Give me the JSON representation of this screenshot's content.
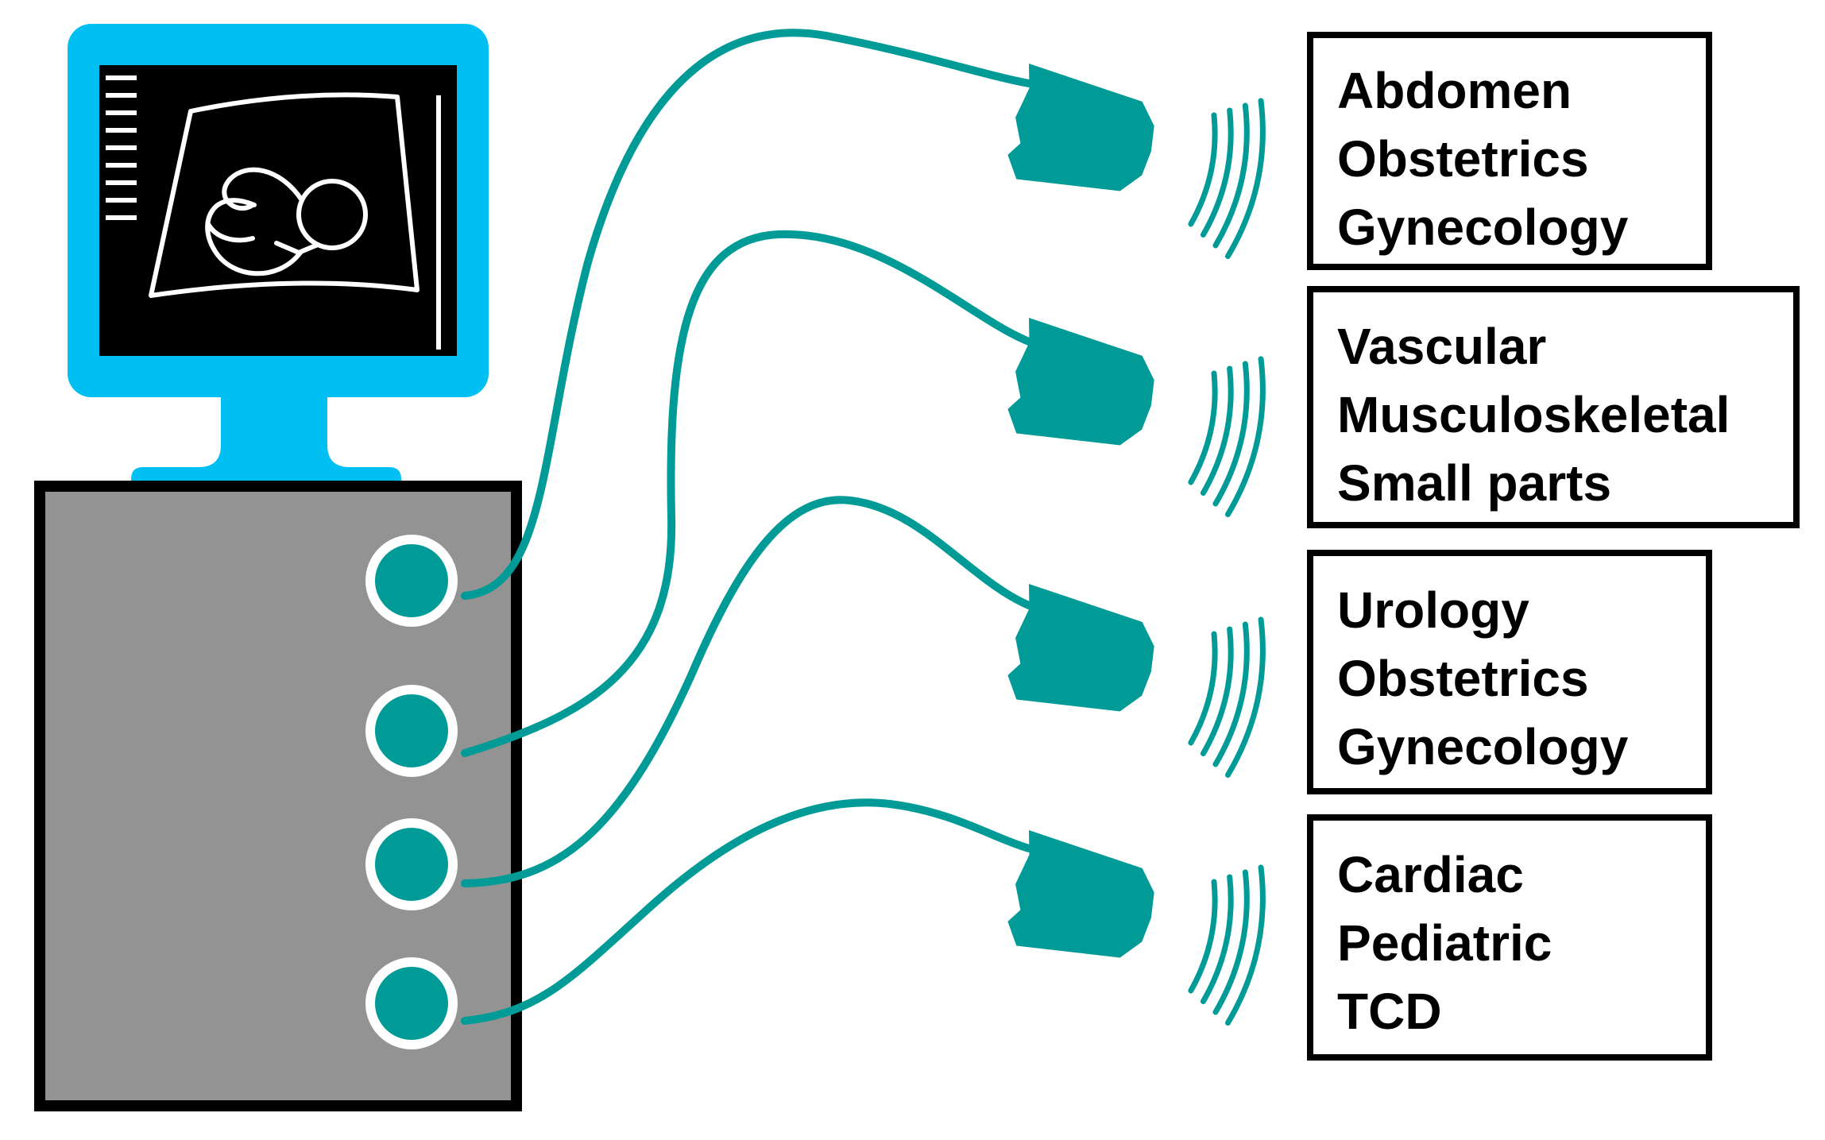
{
  "colors": {
    "monitor_frame": "#00BFF2",
    "screen": "#000000",
    "scan_lines": "#FFFFFF",
    "console": "#939393",
    "console_border": "#000000",
    "probe": "#009B97",
    "port_ring": "#FFFFFF",
    "box_border": "#000000",
    "text": "#000000"
  },
  "icons": {
    "monitor": "ultrasound-monitor-icon",
    "fetus": "fetus-scan-image",
    "console": "ultrasound-console",
    "probe": "transducer-probe-icon",
    "waves": "ultrasound-waves-icon"
  },
  "probes": [
    {
      "lines": [
        "Abdomen",
        "Obstetrics",
        "Gynecology"
      ]
    },
    {
      "lines": [
        "Vascular",
        "Musculoskeletal",
        "Small parts"
      ]
    },
    {
      "lines": [
        "Urology",
        "Obstetrics",
        "Gynecology"
      ]
    },
    {
      "lines": [
        "Cardiac",
        "Pediatric",
        "TCD"
      ]
    }
  ]
}
